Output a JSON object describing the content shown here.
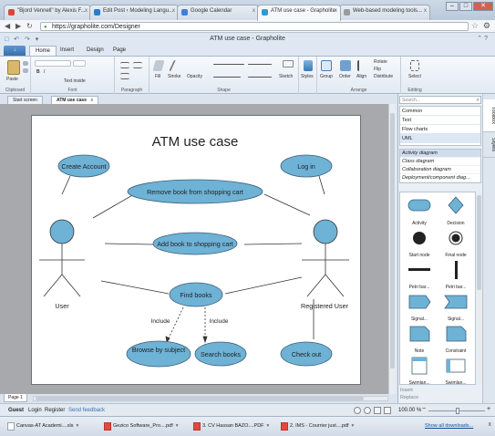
{
  "browser": {
    "tabs": [
      {
        "label": "\"Bjord Vennell\" by Alexis F...",
        "active": false
      },
      {
        "label": "Edit Post ‹ Modeling Langu...",
        "active": false
      },
      {
        "label": "Google Calendar",
        "active": false
      },
      {
        "label": "ATM use case - Grapholite",
        "active": true
      },
      {
        "label": "Web-based modeling tools...",
        "active": false
      }
    ],
    "tab_close": "x",
    "url": "https://grapholite.com/Designer",
    "window_controls": {
      "minimize": "–",
      "maximize": "□",
      "close": "✕"
    }
  },
  "app": {
    "title": "ATM use case - Grapholite",
    "quick_access": "□ ↶ ↷ ▾",
    "help": "⌃ ?"
  },
  "ribbon": {
    "file_label": "↓",
    "tabs": [
      "Home",
      "Insert",
      "Design",
      "Page"
    ],
    "active_tab": "Home",
    "groups": {
      "clipboard": {
        "label": "Clipboard",
        "paste": "Paste"
      },
      "font": {
        "label": "Font",
        "bold": "B",
        "italic": "I",
        "text_inside": "Text inside"
      },
      "paragraph": {
        "label": "Paragraph"
      },
      "shape": {
        "label": "Shape",
        "fill": "Fill",
        "stroke": "Stroke",
        "opacity": "Opacity",
        "sketch": "Sketch"
      },
      "styles": {
        "label": "Styles"
      },
      "arrange": {
        "label": "Arrange",
        "group": "Group",
        "order": "Order",
        "align": "Align",
        "rotate": "Rotate",
        "flip": "Flip",
        "distribute": "Distribute"
      },
      "editing": {
        "label": "Editing",
        "select": "Select"
      }
    }
  },
  "doc_tabs": [
    {
      "label": "Start screen",
      "active": false
    },
    {
      "label": "ATM use case",
      "active": true
    }
  ],
  "doc_tab_close": "x",
  "diagram": {
    "title": "ATM use case",
    "actors": [
      {
        "label": "User"
      },
      {
        "label": "Registered User"
      }
    ],
    "use_cases": [
      {
        "label": "Create Account"
      },
      {
        "label": "Log in"
      },
      {
        "label": "Remove book from shopping cart"
      },
      {
        "label": "Add book to shopping cart"
      },
      {
        "label": "Find books"
      },
      {
        "label": "Browse  by subject"
      },
      {
        "label": "Search books"
      },
      {
        "label": "Check out"
      }
    ],
    "include_labels": [
      "Include",
      "Include"
    ],
    "colors": {
      "fill": "#6eb2d6",
      "stroke": "#3e5f74",
      "line": "#333333"
    }
  },
  "page_tab": "Page 1",
  "status": {
    "guest": "Guest",
    "login": "Login",
    "register": "Register",
    "feedback": "Send feedback",
    "zoom": "100.00 %",
    "zoom_out": "−",
    "zoom_in": "+",
    "zoom_level": 0.52
  },
  "downloads": {
    "items": [
      "Canvas-AT Academi....xls",
      "Gezico Software_Pro....pdf",
      "3. CV Hassan BAZO....PDF",
      "2. IMS - Courrier just....pdf"
    ],
    "show_all": "Show all downloads...",
    "close": "x"
  },
  "side_panel": {
    "search_placeholder": "Search...",
    "search_icon": "⌕",
    "vertical_tabs": [
      "Toolbox",
      "Styles"
    ],
    "categories": [
      "Common",
      "Text",
      "Flow charts",
      "UML"
    ],
    "selected_category": "UML",
    "subcategories": [
      "Activity diagram",
      "Class diagram",
      "Collaboration diagram",
      "Deployment/component diag..."
    ],
    "selected_subcategory": "Activity diagram",
    "shapes": [
      "Activity",
      "Decision",
      "Start node",
      "Final node",
      "Petri bar...",
      "Petri bar...",
      "Signal...",
      "Signal...",
      "Note",
      "Constraint",
      "Swimlan...",
      "Swimlan..."
    ],
    "footer": [
      "Insert",
      "Replace"
    ]
  }
}
